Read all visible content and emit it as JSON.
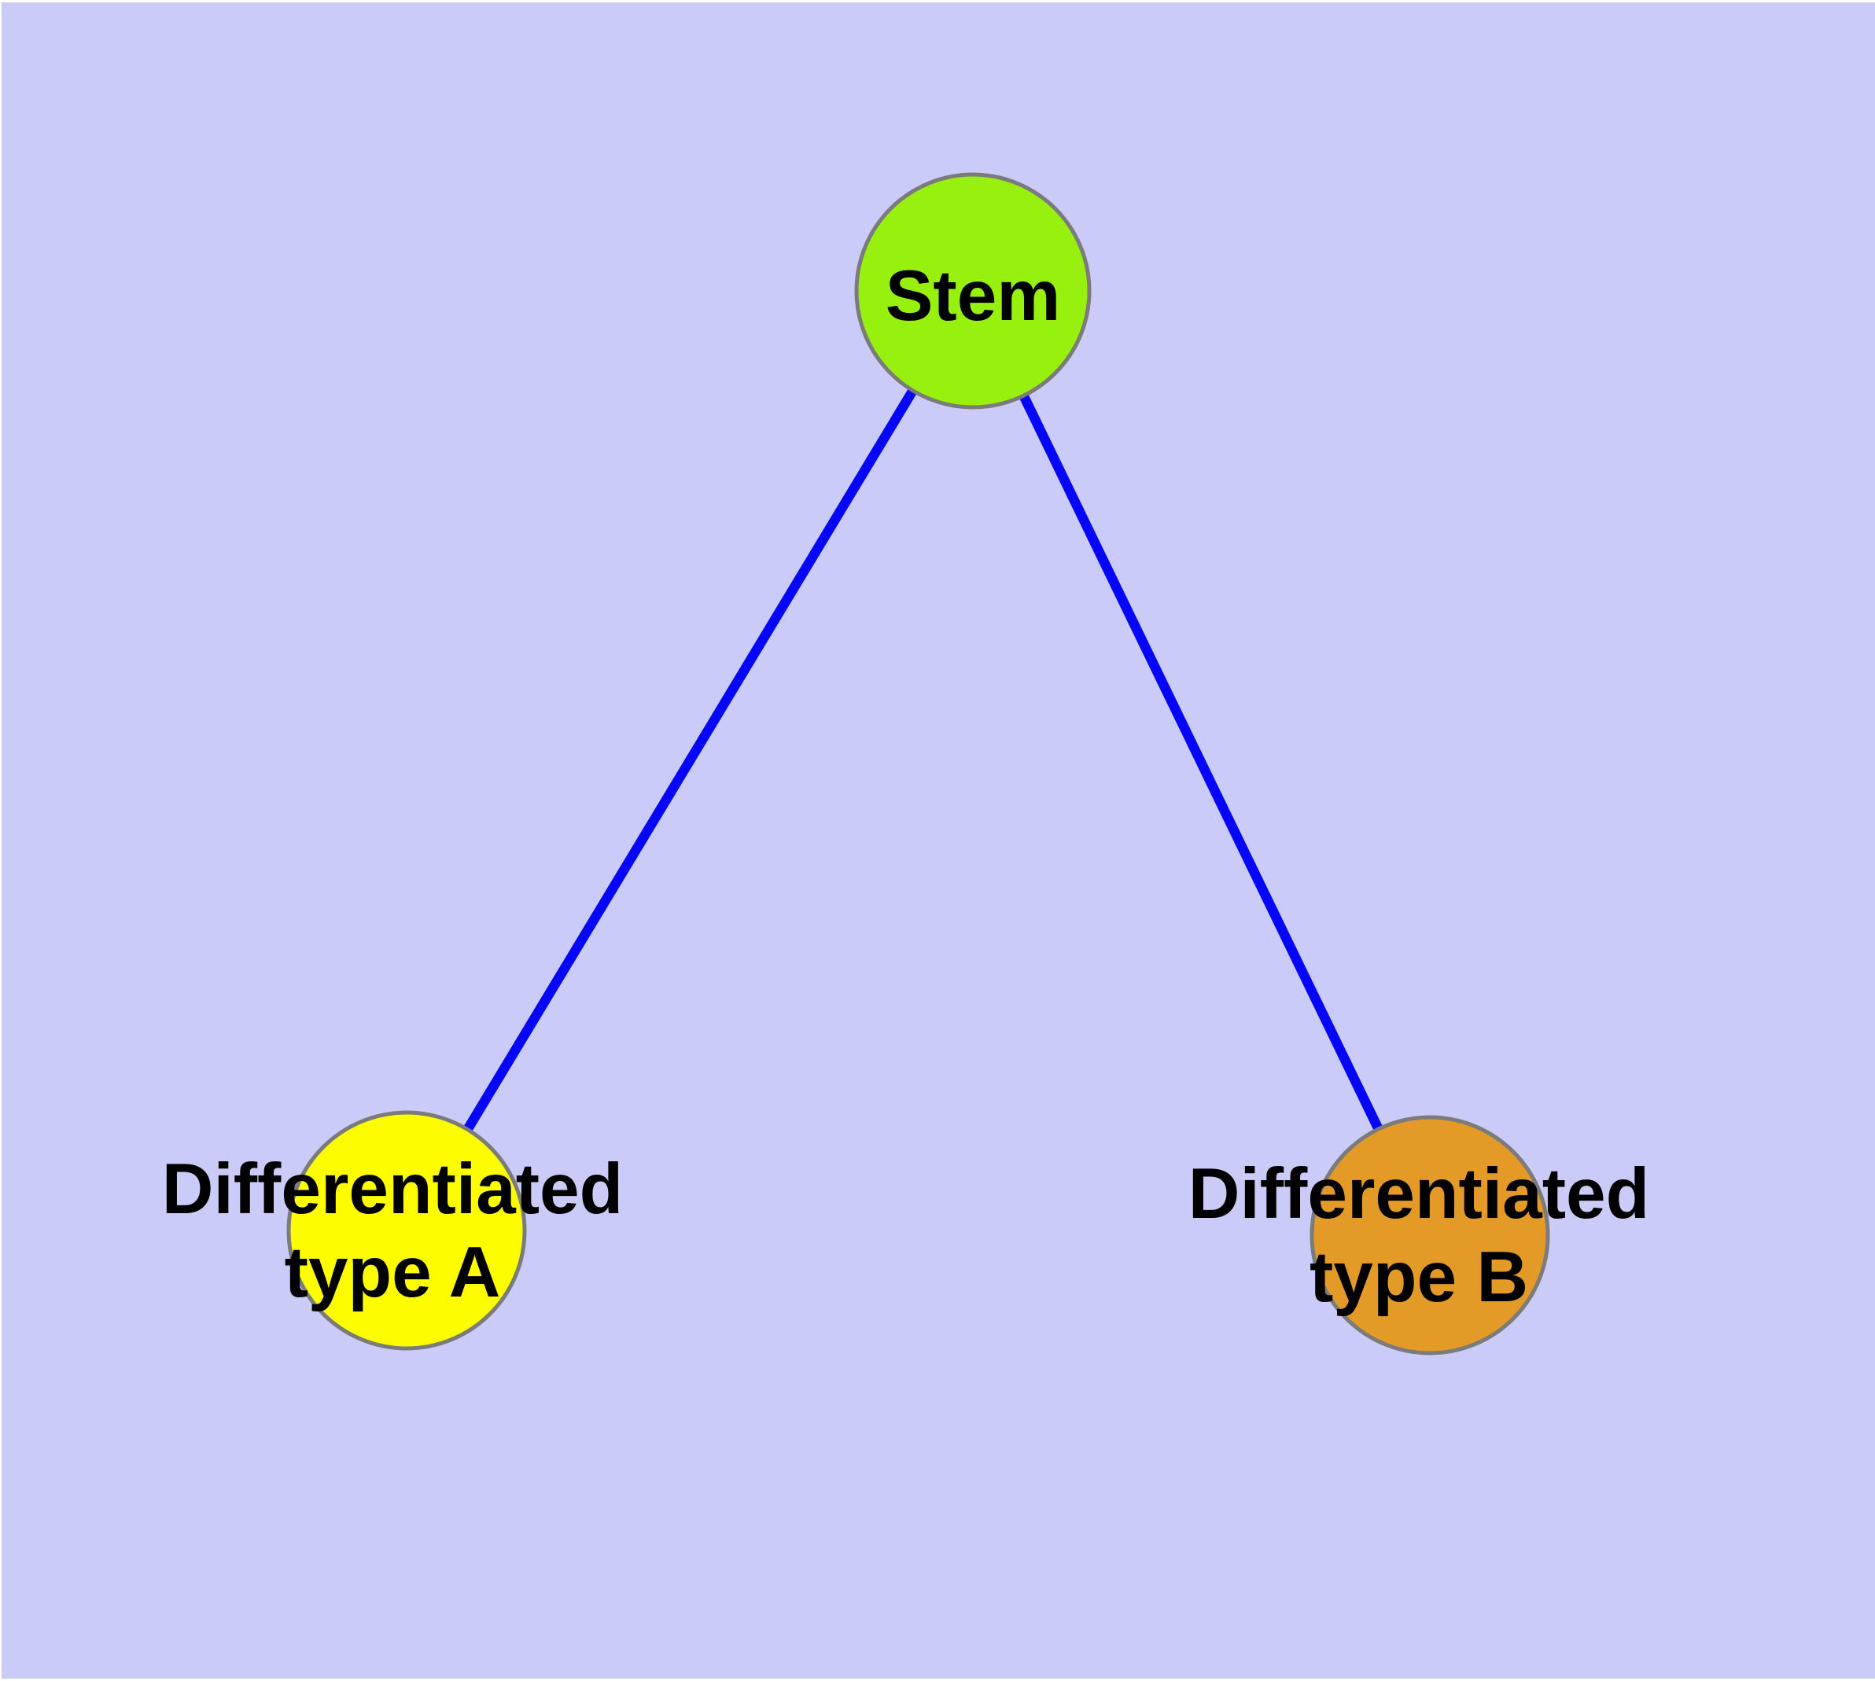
{
  "colors": {
    "background": "#cbcbf7",
    "page_margin": "#ffffff",
    "edge": "#0505fa",
    "node_border": "#7b7b7b",
    "text": "#000000",
    "stem_fill": "#97f00d",
    "type_a_fill": "#fdfd00",
    "type_b_fill": "#e39a27"
  },
  "nodes": {
    "stem": {
      "label": "Stem"
    },
    "type_a": {
      "label": "Differentiated\ntype A"
    },
    "type_b": {
      "label": "Differentiated\ntype B"
    }
  },
  "edges": [
    {
      "from": "Stem",
      "to": "Differentiated type A"
    },
    {
      "from": "Stem",
      "to": "Differentiated type B"
    }
  ]
}
